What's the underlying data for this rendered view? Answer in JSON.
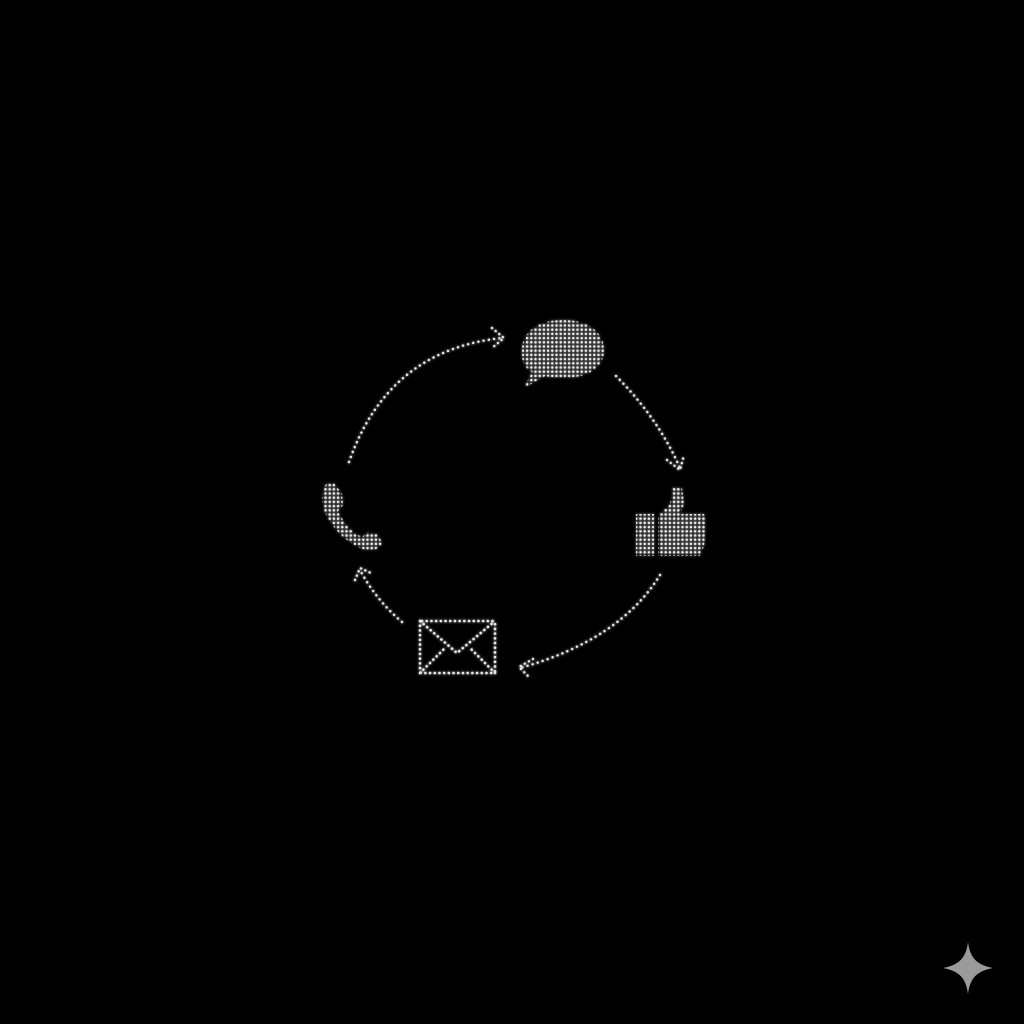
{
  "diagram": {
    "type": "cycle",
    "direction": "clockwise",
    "nodes": [
      {
        "id": "chat",
        "icon": "speech-bubble-icon"
      },
      {
        "id": "like",
        "icon": "thumbs-up-icon"
      },
      {
        "id": "mail",
        "icon": "envelope-icon"
      },
      {
        "id": "call",
        "icon": "phone-icon"
      }
    ],
    "edges": [
      {
        "from": "call",
        "to": "chat"
      },
      {
        "from": "chat",
        "to": "like"
      },
      {
        "from": "like",
        "to": "mail"
      },
      {
        "from": "mail",
        "to": "call"
      }
    ]
  },
  "watermark": {
    "icon": "sparkle-icon"
  },
  "colors": {
    "background": "#000000",
    "dots": "#e8e8e8",
    "watermark": "#9a9a9a"
  }
}
